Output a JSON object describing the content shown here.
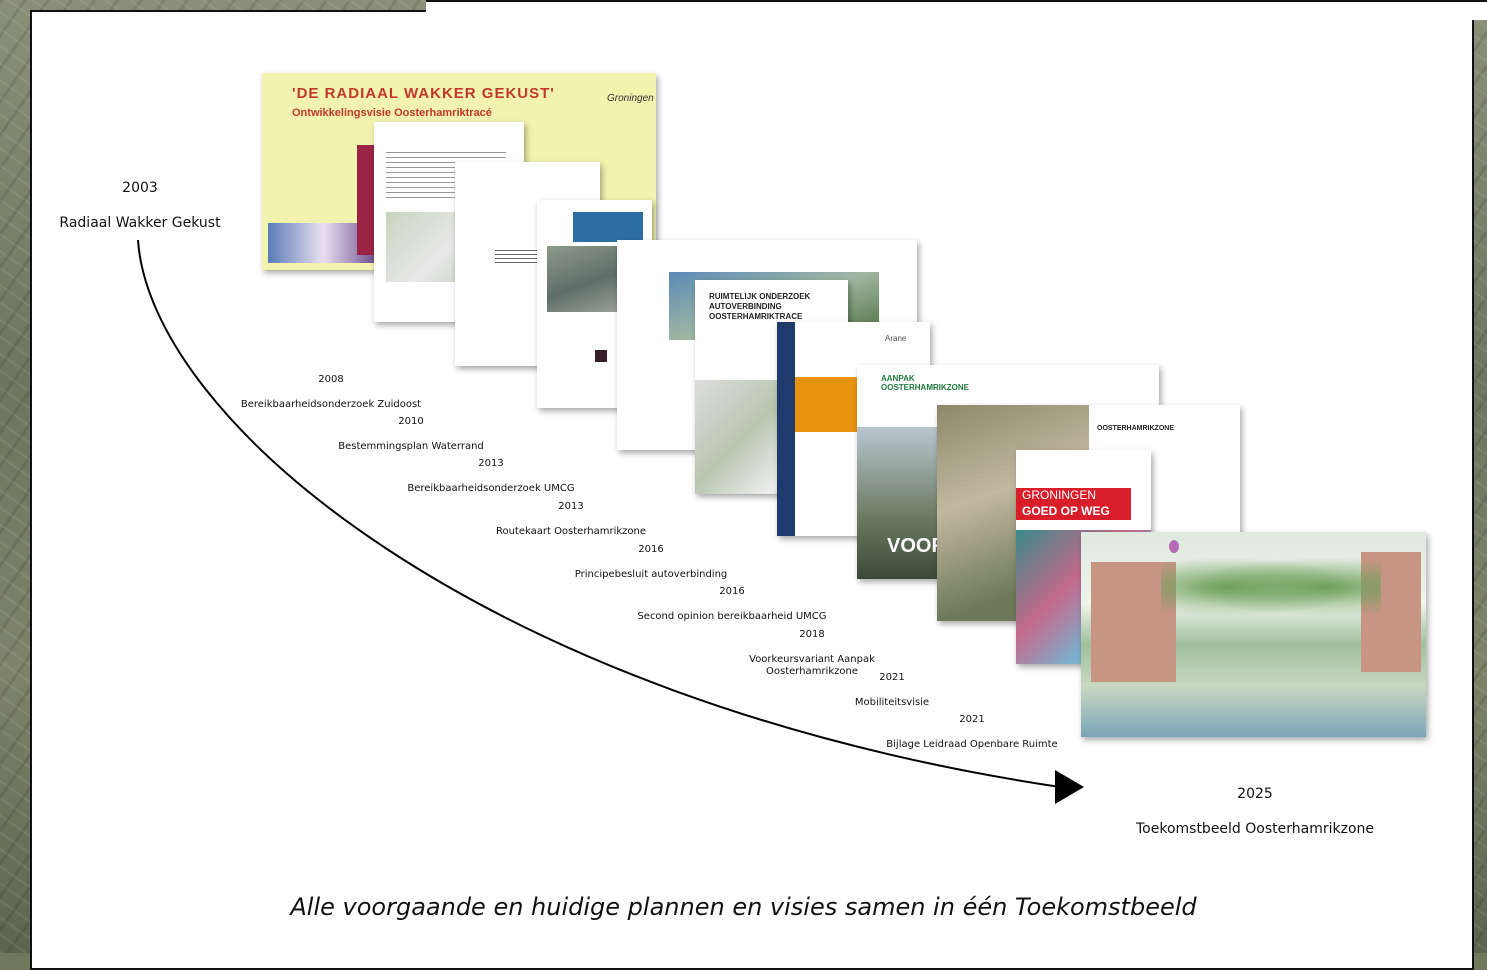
{
  "timeline": {
    "start": {
      "year": "2003",
      "title": "Radiaal Wakker Gekust"
    },
    "items": [
      {
        "year": "2008",
        "title": "Bereikbaarheidsonderzoek Zuidoost"
      },
      {
        "year": "2010",
        "title": "Bestemmingsplan Waterrand"
      },
      {
        "year": "2013",
        "title": "Bereikbaarheidsonderzoek UMCG"
      },
      {
        "year": "2013",
        "title": "Routekaart Oosterhamrikzone"
      },
      {
        "year": "2016",
        "title": "Principebesluit autoverbinding"
      },
      {
        "year": "2016",
        "title": "Second opinion bereikbaarheid UMCG"
      },
      {
        "year": "2018",
        "title": "Voorkeursvariant Aanpak\nOosterhamrikzone"
      },
      {
        "year": "2021",
        "title": "Mobiliteitsvisie"
      },
      {
        "year": "2021",
        "title": "Bijlage Leidraad Openbare Ruimte"
      }
    ],
    "end": {
      "year": "2025",
      "title": "Toekomstbeeld Oosterhamrikzone"
    }
  },
  "documents": {
    "radiaal_title": "'DE RADIAAL WAKKER GEKUST'",
    "radiaal_subtitle": "Ontwikkelingsvisie Oosterhamriktracé",
    "groningen_logo": "Groningen",
    "ruimtelijk_title": "RUIMTELIJK ONDERZOEK\nAUTOVERBINDING\nOOSTERHAMRIKTRACE",
    "arane_logo": "Arane",
    "aanpak_title": "AANPAK\nOOSTERHAMRIKZONE",
    "oosterhamrik_header": "OOSTERHAMRIKZONE",
    "goed_line1": "GRONINGEN",
    "goed_line2": "GOED OP WEG",
    "voor_text": "VOOR"
  },
  "caption": "Alle voorgaande en huidige plannen en visies samen in één Toekomstbeeld",
  "colors": {
    "arrow": "#000000",
    "radiaal_bg": "#f3f3b0",
    "radiaal_title": "#c0392b",
    "goed_red": "#d81e2a"
  }
}
